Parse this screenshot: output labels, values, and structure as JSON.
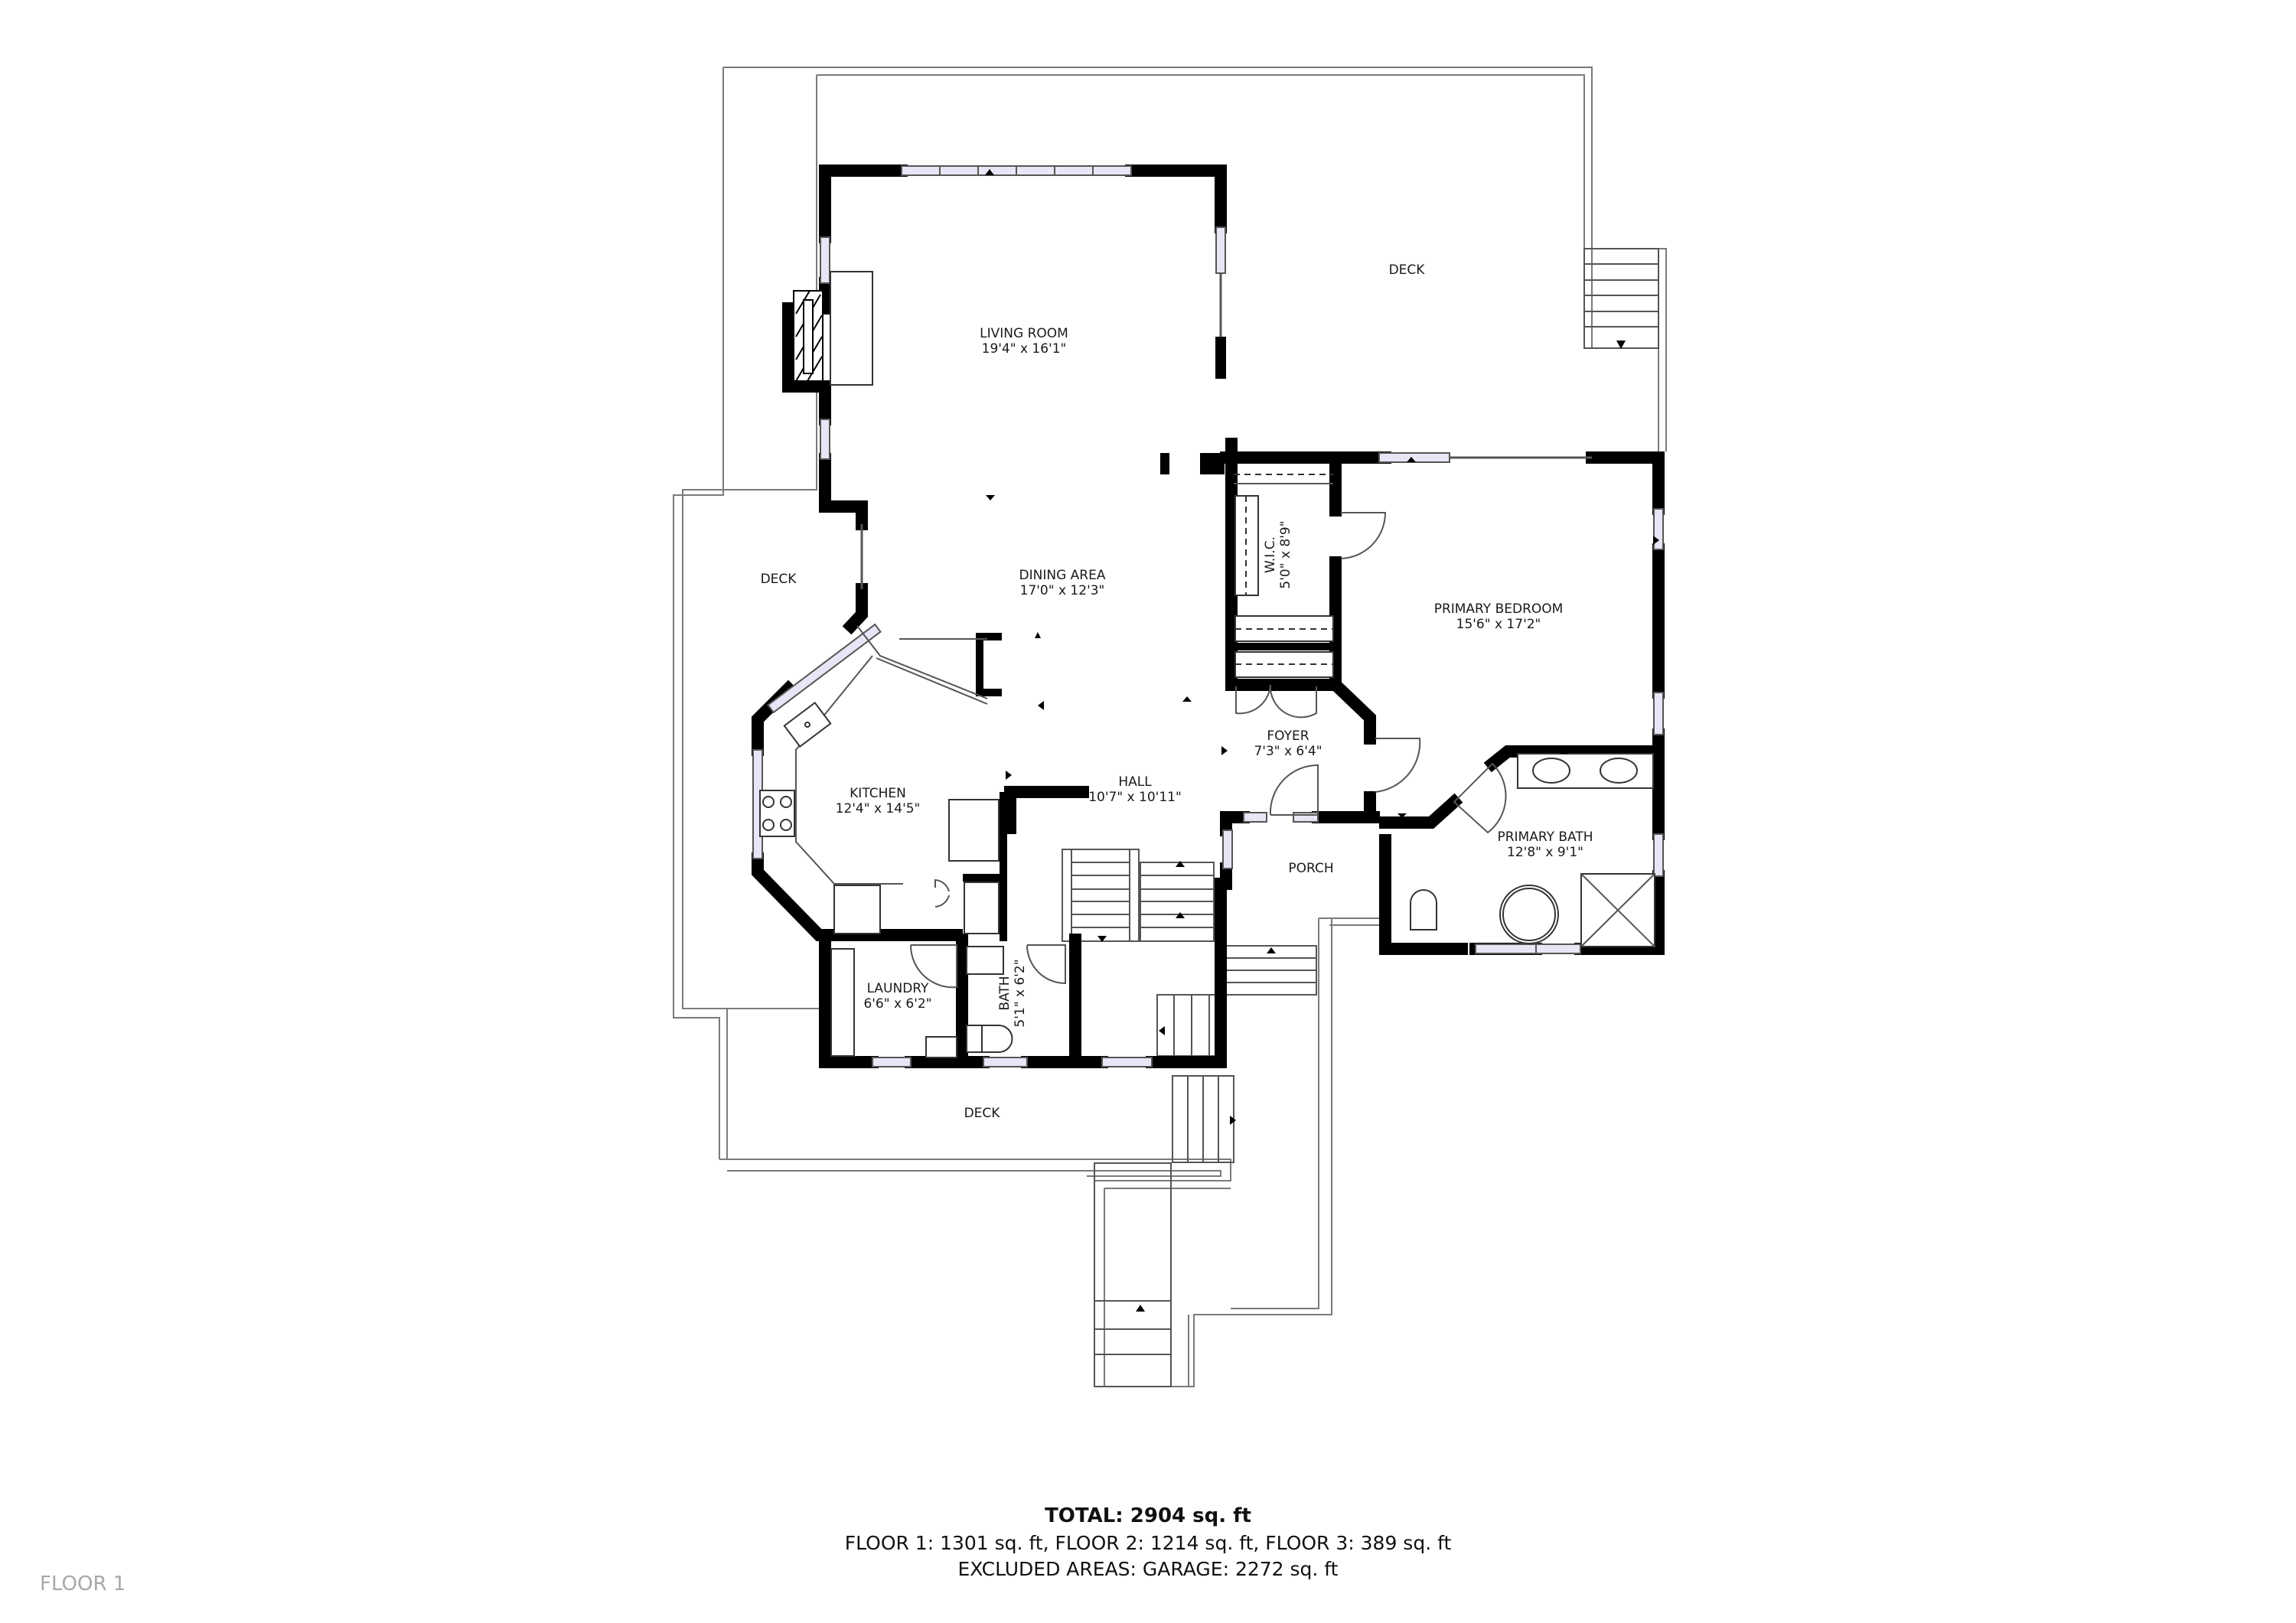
{
  "floor_label": "FLOOR 1",
  "summary": {
    "total": "TOTAL: 2904 sq. ft",
    "floors": "FLOOR 1: 1301 sq. ft, FLOOR 2: 1214 sq. ft, FLOOR 3: 389 sq. ft",
    "excluded": "EXCLUDED AREAS: GARAGE: 2272 sq. ft"
  },
  "rooms": {
    "living_room": {
      "name": "LIVING ROOM",
      "dims": "19'4\" x 16'1\""
    },
    "dining_area": {
      "name": "DINING AREA",
      "dims": "17'0\" x 12'3\""
    },
    "kitchen": {
      "name": "KITCHEN",
      "dims": "12'4\" x 14'5\""
    },
    "hall": {
      "name": "HALL",
      "dims": "10'7\" x 10'11\""
    },
    "wic": {
      "name": "W.I.C.",
      "dims": "5'0\" x 8'9\""
    },
    "foyer": {
      "name": "FOYER",
      "dims": "7'3\" x 6'4\""
    },
    "primary_bedroom": {
      "name": "PRIMARY BEDROOM",
      "dims": "15'6\" x 17'2\""
    },
    "primary_bath": {
      "name": "PRIMARY BATH",
      "dims": "12'8\" x 9'1\""
    },
    "laundry": {
      "name": "LAUNDRY",
      "dims": "6'6\" x 6'2\""
    },
    "bath": {
      "name": "BATH",
      "dims": "5'1\" x 6'2\""
    },
    "porch": {
      "name": "PORCH"
    },
    "deck_north": {
      "name": "DECK"
    },
    "deck_west": {
      "name": "DECK"
    },
    "deck_south": {
      "name": "DECK"
    }
  },
  "colors": {
    "wall": "#000000",
    "window_fill": "#e6e6f6",
    "deck_outline": "#7a7a7a",
    "floor_tag": "#a8a8a8"
  }
}
